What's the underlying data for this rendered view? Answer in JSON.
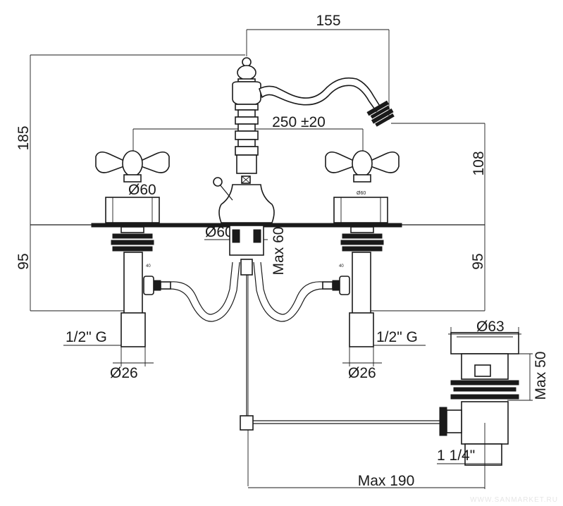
{
  "dimensions": {
    "spout_reach": "155",
    "total_height": "185",
    "handle_spacing": "250 ±20",
    "spout_height": "108",
    "handle_base_diameter_left": "Ø60",
    "handle_base_diameter_right": "Ø60",
    "spout_base_diameter": "Ø60",
    "max_deck_thickness": "Max 60",
    "shank_length_left": "95",
    "shank_length_right": "95",
    "thread_left": "1/2\" G",
    "thread_right": "1/2\" G",
    "pipe_diameter_left": "Ø26",
    "pipe_diameter_right": "Ø26",
    "waste_top_diameter": "Ø63",
    "waste_max_height": "Max 50",
    "waste_thread": "1 1/4\"",
    "rod_max_length": "Max 190",
    "small_mark_left": "40",
    "small_mark_right": "40"
  },
  "watermark": "WWW.SANMARKET.RU"
}
